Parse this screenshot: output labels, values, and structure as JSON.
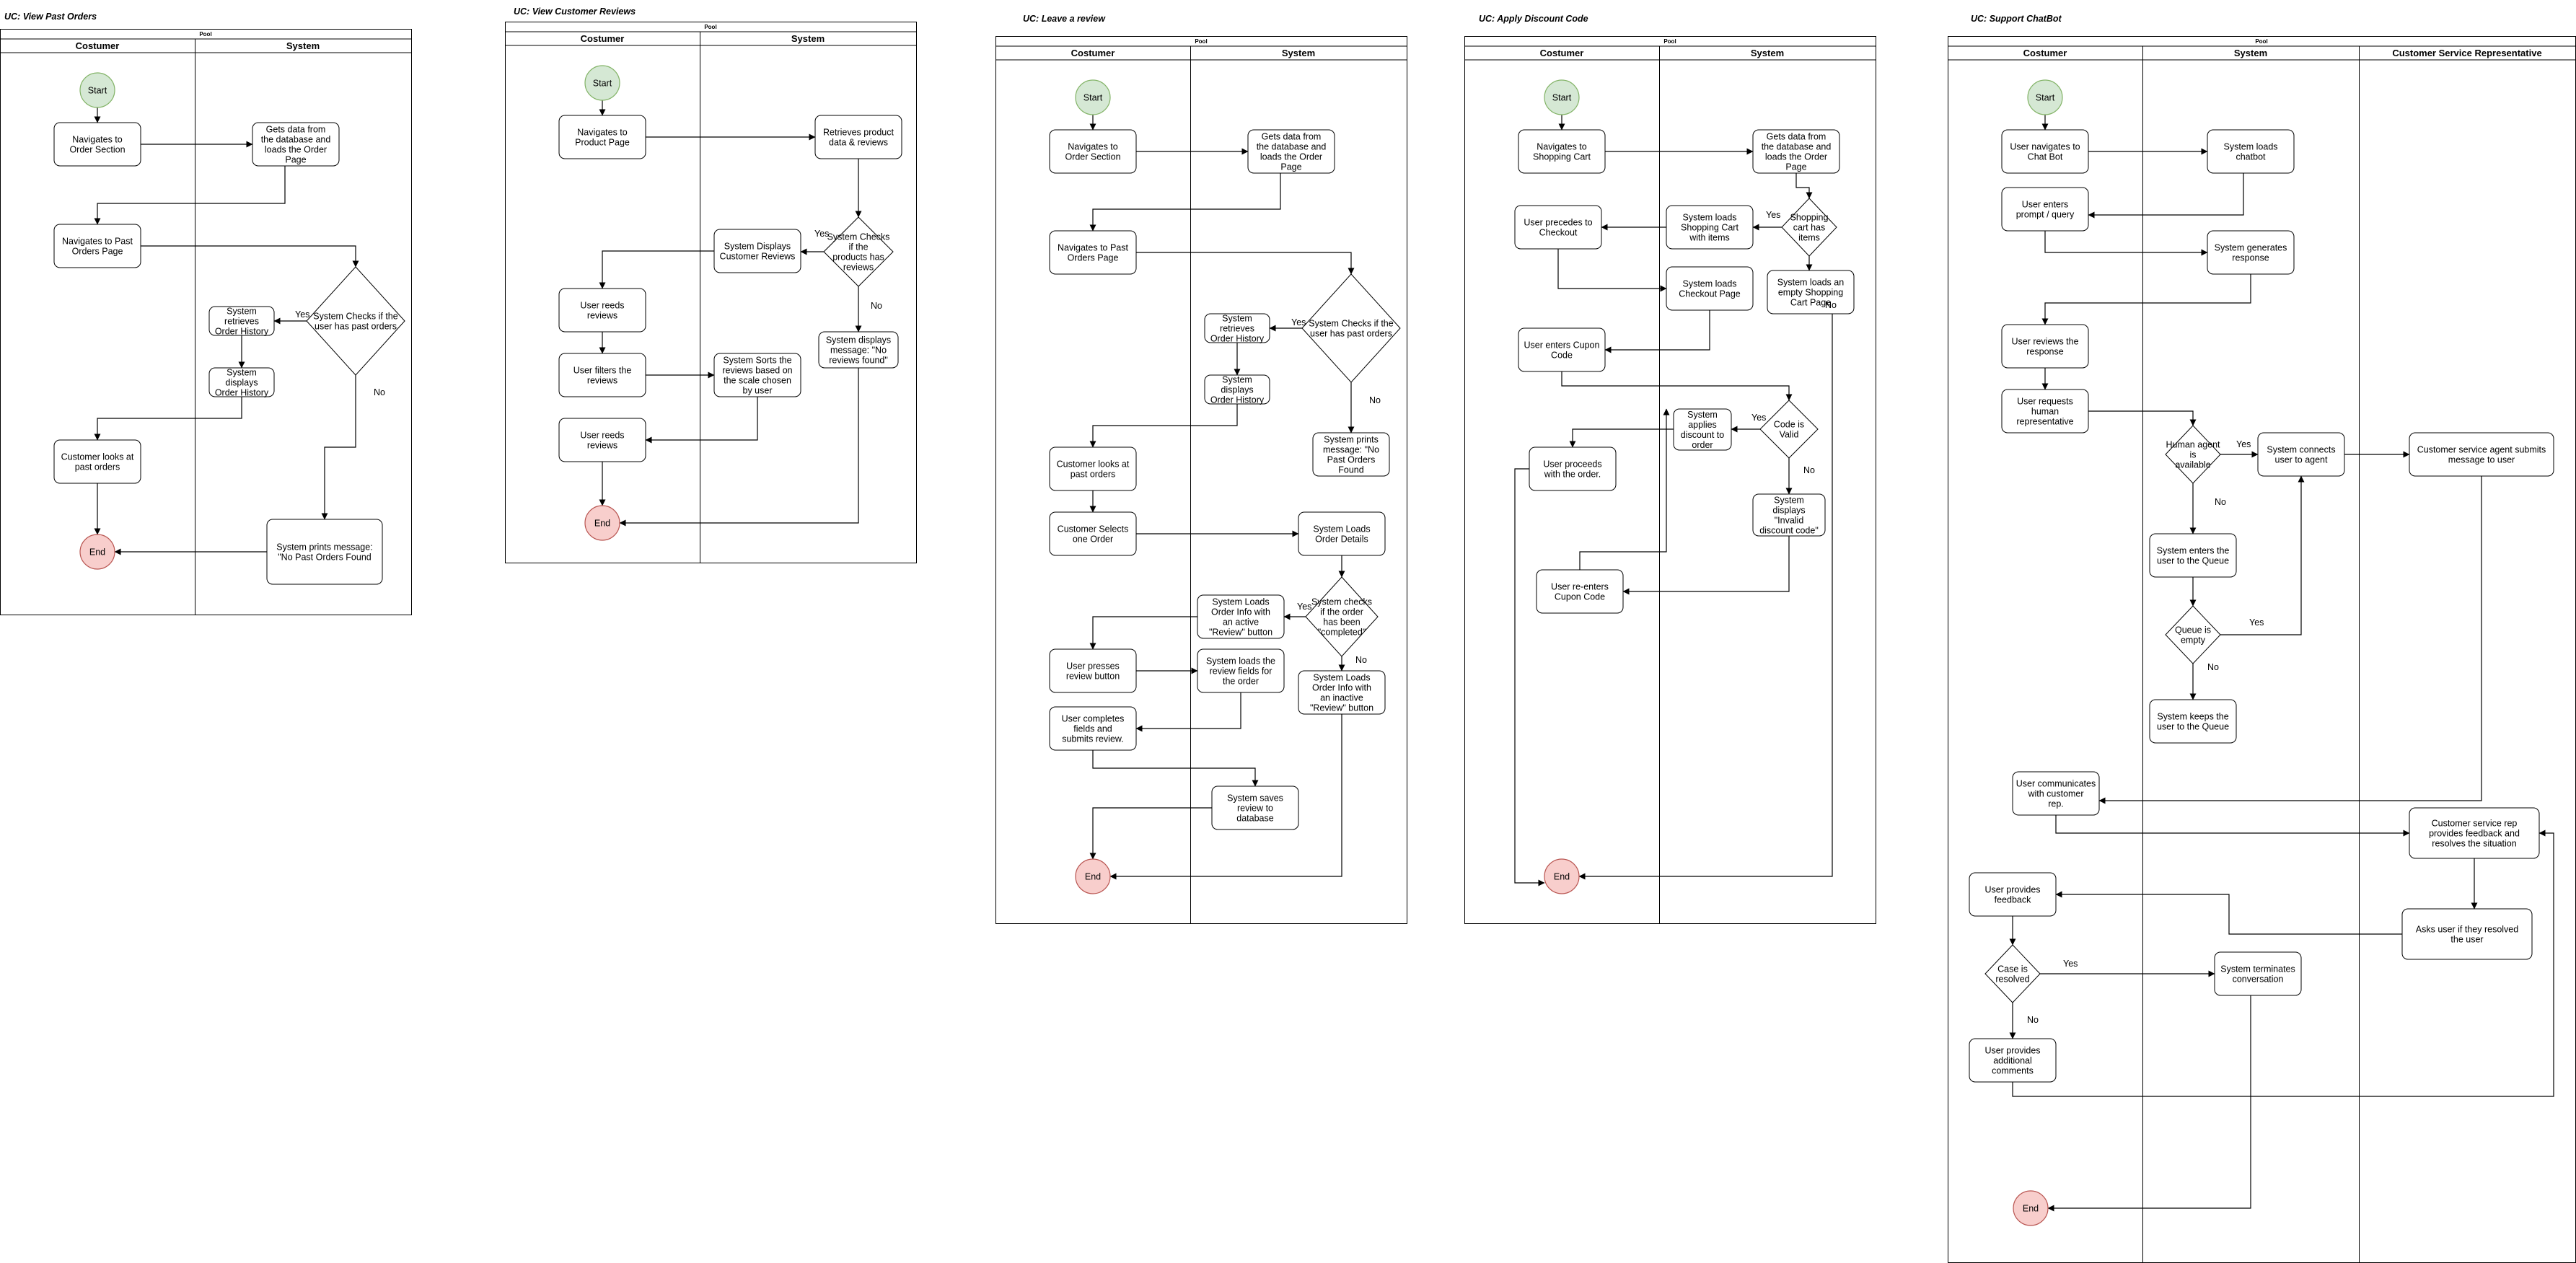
{
  "diagrams": [
    {
      "id": "view-past-orders",
      "title": "UC: View Past Orders",
      "pool": "Pool",
      "lanes": [
        "Costumer",
        "System"
      ],
      "nodes": {
        "start": {
          "type": "start",
          "text": "Start"
        },
        "nav-order": {
          "type": "task",
          "text": "Navigates to Order Section"
        },
        "gets-data": {
          "type": "task",
          "text": "Gets data from the database and loads the Order Page"
        },
        "nav-past": {
          "type": "task",
          "text": "Navigates to Past Orders Page"
        },
        "check-past": {
          "type": "decision",
          "text": "System Checks if the user has past orders"
        },
        "retrieve-history": {
          "type": "task",
          "text": "System retrieves Order History"
        },
        "display-history": {
          "type": "task",
          "text": "System displays Order History"
        },
        "looks-past": {
          "type": "task",
          "text": "Customer looks at past orders"
        },
        "prints-no": {
          "type": "task",
          "text": "System prints  message: \"No Past Orders Found"
        },
        "end": {
          "type": "end",
          "text": "End"
        }
      },
      "edge_labels": {
        "yes": "Yes",
        "no": "No"
      }
    },
    {
      "id": "view-customer-reviews",
      "title": "UC: View Customer Reviews",
      "pool": "Pool",
      "lanes": [
        "Costumer",
        "System"
      ],
      "nodes": {
        "start": {
          "type": "start",
          "text": "Start"
        },
        "nav-product": {
          "type": "task",
          "text": "Navigates to Product Page"
        },
        "retrieves": {
          "type": "task",
          "text": "Retrieves product data & reviews"
        },
        "check-reviews": {
          "type": "decision",
          "text": "System Checks if the products has reviews"
        },
        "displays-reviews": {
          "type": "task",
          "text": "System Displays Customer Reviews"
        },
        "no-reviews": {
          "type": "task",
          "text": "System displays message: \"No reviews found\""
        },
        "reads-1": {
          "type": "task",
          "text": "User reeds reviews"
        },
        "filters": {
          "type": "task",
          "text": "User filters the reviews"
        },
        "sorts": {
          "type": "task",
          "text": "System Sorts the reviews based on the scale chosen by user"
        },
        "reads-2": {
          "type": "task",
          "text": "User reeds reviews"
        },
        "end": {
          "type": "end",
          "text": "End"
        }
      },
      "edge_labels": {
        "yes": "Yes",
        "no": "No"
      }
    },
    {
      "id": "leave-a-review",
      "title": "UC: Leave a review",
      "pool": "Pool",
      "lanes": [
        "Costumer",
        "System"
      ],
      "nodes": {
        "start": {
          "type": "start",
          "text": "Start"
        },
        "nav-order": {
          "type": "task",
          "text": "Navigates to Order Section"
        },
        "gets-data": {
          "type": "task",
          "text": "Gets data from the database and loads the Order Page"
        },
        "nav-past": {
          "type": "task",
          "text": "Navigates to Past Orders Page"
        },
        "check-past": {
          "type": "decision",
          "text": "System Checks if the user has past orders"
        },
        "retrieve-history": {
          "type": "task",
          "text": "System retrieves Order History"
        },
        "display-history": {
          "type": "task",
          "text": "System displays Order History"
        },
        "prints-no": {
          "type": "task",
          "text": "System prints message: \"No Past Orders Found"
        },
        "looks-past": {
          "type": "task",
          "text": "Customer looks at past orders"
        },
        "selects-order": {
          "type": "task",
          "text": "Customer Selects one Order"
        },
        "loads-details": {
          "type": "task",
          "text": "System Loads Order Details"
        },
        "check-completed": {
          "type": "decision",
          "text": "System checks if the order has been \"completed\""
        },
        "active-button": {
          "type": "task",
          "text": "System Loads Order Info with an active \"Review\" button"
        },
        "inactive-button": {
          "type": "task",
          "text": "System Loads Order Info with an inactive \"Review\" button"
        },
        "presses-review": {
          "type": "task",
          "text": "User presses review button"
        },
        "loads-fields": {
          "type": "task",
          "text": "System loads the review fields for the order"
        },
        "completes-fields": {
          "type": "task",
          "text": "User completes fields and submits review."
        },
        "saves-review": {
          "type": "task",
          "text": "System saves review to database"
        },
        "end": {
          "type": "end",
          "text": "End"
        }
      },
      "edge_labels": {
        "yes": "Yes",
        "no": "No"
      }
    },
    {
      "id": "apply-discount-code",
      "title": "UC: Apply Discount Code",
      "pool": "Pool",
      "lanes": [
        "Costumer",
        "System"
      ],
      "nodes": {
        "start": {
          "type": "start",
          "text": "Start"
        },
        "nav-cart": {
          "type": "task",
          "text": "Navigates to Shopping Cart"
        },
        "gets-data": {
          "type": "task",
          "text": "Gets data from the database and loads the Order Page"
        },
        "check-cart": {
          "type": "decision",
          "text": "Shopping cart has items"
        },
        "cart-with-items": {
          "type": "task",
          "text": "System loads Shopping Cart with items"
        },
        "empty-cart": {
          "type": "task",
          "text": "System loads an empty Shopping Cart Page"
        },
        "proceeds-checkout": {
          "type": "task",
          "text": "User precedes to Checkout"
        },
        "checkout-page": {
          "type": "task",
          "text": "System loads Checkout Page"
        },
        "enters-code": {
          "type": "task",
          "text": "User enters Cupon Code"
        },
        "check-code": {
          "type": "decision",
          "text": "Code is Valid"
        },
        "applies-discount": {
          "type": "task",
          "text": "System applies discount to order"
        },
        "invalid-code": {
          "type": "task",
          "text": "System displays \"Invalid discount code\""
        },
        "proceeds-order": {
          "type": "task",
          "text": "User proceeds with the order."
        },
        "reenters-code": {
          "type": "task",
          "text": "User re-enters Cupon Code"
        },
        "end": {
          "type": "end",
          "text": "End"
        }
      },
      "edge_labels": {
        "yes": "Yes",
        "no": "No"
      }
    },
    {
      "id": "support-chatbot",
      "title": "UC: Support ChatBot",
      "pool": "Pool",
      "lanes": [
        "Costumer",
        "System",
        "Customer Service Representative"
      ],
      "nodes": {
        "start": {
          "type": "start",
          "text": "Start"
        },
        "nav-chatbot": {
          "type": "task",
          "text": "User navigates to Chat Bot"
        },
        "loads-chatbot": {
          "type": "task",
          "text": "System loads chatbot"
        },
        "enters-prompt": {
          "type": "task",
          "text": "User enters prompt / query"
        },
        "generates-response": {
          "type": "task",
          "text": "System generates response"
        },
        "reviews-response": {
          "type": "task",
          "text": "User reviews the response"
        },
        "requests-human": {
          "type": "task",
          "text": "User requests human representative"
        },
        "check-agent": {
          "type": "decision",
          "text": "Human agent is available"
        },
        "connects-agent": {
          "type": "task",
          "text": "System connects user to agent"
        },
        "agent-submits": {
          "type": "task",
          "text": "Customer service agent submits message to user"
        },
        "enters-queue": {
          "type": "task",
          "text": "System enters the user to the Queue"
        },
        "check-queue": {
          "type": "decision",
          "text": "Queue is empty"
        },
        "keeps-queue": {
          "type": "task",
          "text": "System keeps the user to the Queue"
        },
        "communicates": {
          "type": "task",
          "text": "User communicates with customer rep."
        },
        "rep-feedback": {
          "type": "task",
          "text": "Customer service rep provides feedback and resolves the situation"
        },
        "provides-feedback": {
          "type": "task",
          "text": "User provides feedback"
        },
        "asks-resolved": {
          "type": "task",
          "text": "Asks user if they resolved the user"
        },
        "check-resolved": {
          "type": "decision",
          "text": "Case is resolved"
        },
        "terminates": {
          "type": "task",
          "text": "System terminates conversation"
        },
        "additional-comments": {
          "type": "task",
          "text": "User provides additional comments"
        },
        "end": {
          "type": "end",
          "text": "End"
        }
      },
      "edge_labels": {
        "yes": "Yes",
        "no": "No"
      }
    }
  ]
}
